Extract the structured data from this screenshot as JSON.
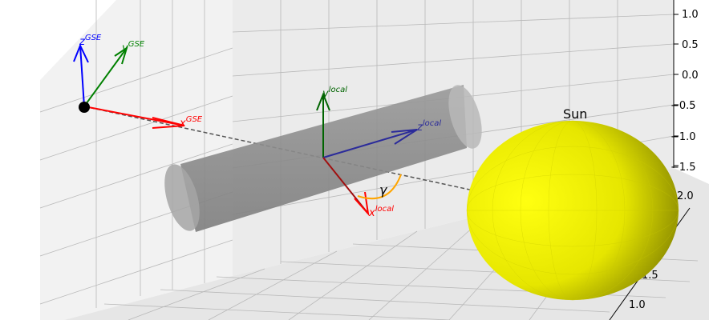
{
  "labels": {
    "x_gse": "x",
    "x_gse_sup": "GSE",
    "y_gse": "y",
    "y_gse_sup": "GSE",
    "z_gse": "z",
    "z_gse_sup": "GSE",
    "x_local": "x",
    "x_local_sup": "local",
    "y_local": "y",
    "y_local_sup": "local",
    "z_local": "z",
    "z_local_sup": "local",
    "gamma": "γ",
    "sun": "Sun"
  },
  "right_axis_ticks": [
    "1.0",
    "0.5",
    "0.0",
    "−0.5",
    "−1.0",
    "−1.5",
    "2.0"
  ],
  "lower_axis_ticks": [
    ".0",
    "1.5",
    "1.0"
  ],
  "colors": {
    "x_axis": "#ff0000",
    "y_axis": "#008000",
    "z_axis": "#0000ff",
    "x_local_axis": "#a01010",
    "y_local_axis": "#006400",
    "z_local_axis": "#2b2b9a",
    "gamma_arc": "#ffa500",
    "sun": "#e8e800",
    "cylinder": "#8c8c8c"
  }
}
